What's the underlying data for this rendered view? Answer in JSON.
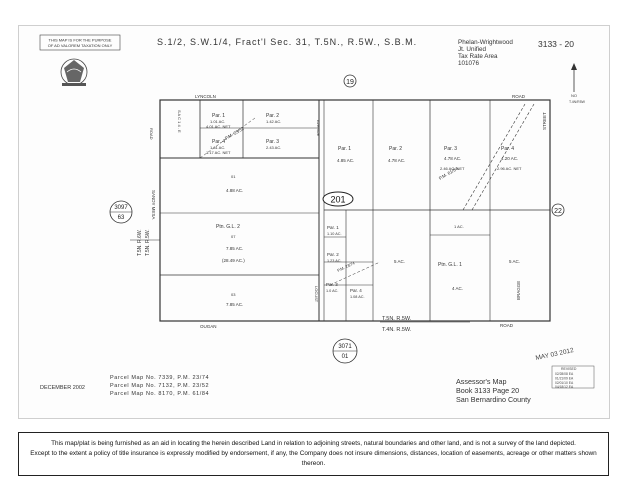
{
  "header": {
    "notice_line1": "THIS MAP IS FOR THE PURPOSE",
    "notice_line2": "OF AD VALOREM TAXATION ONLY",
    "title": "S.1/2, S.W.1/4, Fract'l Sec. 31, T.5N., R.5W., S.B.M.",
    "tax_area": [
      "Phelan-Wrightwood",
      "Jt. Unified",
      "Tax Rate Area",
      "101076"
    ],
    "page_ref": "3133 - 20",
    "north_label": "NO",
    "north_sub": "T.4N/R5W"
  },
  "adjacent": {
    "top": "19",
    "left_line1": "3097",
    "left_line2": "63",
    "right": "22",
    "bottom_line1": "3071",
    "bottom_line2": "01"
  },
  "center_page": "201",
  "streets": {
    "top": "LYNCOLN",
    "top_right": "ROAD",
    "right_street": "STREET",
    "left_vertical": "S A C 1 4 . E",
    "left_road": "ROAD",
    "avenue": "AVENUE",
    "rhs_street": "SANDY MESA",
    "bottom": "OUGAN",
    "bottom_right": "BRAGGE",
    "bottom_rd": "ROAD",
    "locust": "LOCUST"
  },
  "township": {
    "top_left": [
      "T.5N. R.6W.",
      "T.5N. R.5W."
    ],
    "bottom_mid": [
      "T.5N.  R.5W.",
      "T.4N.  R.5W."
    ]
  },
  "parcels": {
    "p_nw1": {
      "label": "Par. 1",
      "area": "1.01 AC.",
      "area2": "4.01 AC. NET"
    },
    "p_nw2": {
      "label": "Par. 2",
      "area": "1.42 AC."
    },
    "p_nw3": {
      "label": "Par. 3",
      "area": "2.43 AC."
    },
    "p_nw4": {
      "label": "Par. 4",
      "area": "1.61 AC.",
      "area2": "1.17 AC. NET"
    },
    "p_b1": {
      "num": "01",
      "area": "4.88 AC."
    },
    "p_glw": {
      "label": "Ptn. G.L. 2",
      "area": "7.85 AC.",
      "area2": "(28.49 AC.)",
      "num": "07"
    },
    "p_b3": {
      "num": "03",
      "area": "7.85 AC."
    },
    "p_mid1": {
      "label": "Par. 1",
      "area": "4.85 AC."
    },
    "p_mid2": {
      "label": "Par. 2",
      "area": "4.78 AC."
    },
    "p_mid3": {
      "label": "Par. 3",
      "area": "4.78 AC.",
      "area2": "2.46 AC. NET"
    },
    "p_mid4": {
      "label": "Par. 4",
      "area": "4.20 AC.",
      "area2": "2.96 AC. NET"
    },
    "p_s1": {
      "label": "Par. 1",
      "area": "1.10 AC."
    },
    "p_s2": {
      "label": "Par. 2",
      "area": "1.23 AC."
    },
    "p_s3": {
      "label": "Par. 3",
      "area": "1.0 AC."
    },
    "p_s4": {
      "label": "Par. 4",
      "area": "1.08 AC."
    },
    "p_c1": {
      "area": "5 AC."
    },
    "p_gle": {
      "label": "Ptn. G.L. 1",
      "area": "4 AC.",
      "small": "1 AC."
    },
    "p_e1": {
      "area": "5 AC."
    }
  },
  "map_refs": {
    "pm_top_left": "P.M. 23/52",
    "pm_mid": "P.M. 61/84",
    "pm_small": "P.M. 23/74"
  },
  "footer_notes": {
    "date": "DECEMBER 2002",
    "parcel_maps": [
      "Parcel Map No. 7339, P.M. 23/74",
      "Parcel Map No. 7132, P.M. 23/52",
      "Parcel Map No. 8170, P.M. 61/84"
    ],
    "stamp": "MAY 03 2012",
    "revised_title": "REVISED",
    "revised_lines": [
      "02/28/08 EA",
      "01/21/09 EA",
      "02/01/10 EA",
      "04/18/12 EA"
    ],
    "assessor": [
      "Assessor's Map",
      "Book 3133 Page 20",
      "San Bernardino County"
    ]
  },
  "disclaimer": {
    "line1": "This map/plat is being furnished as an aid in locating the herein described Land in relation to adjoining streets, natural boundaries and other land, and is not a survey of the land depicted.",
    "line2": "Except to the extent a policy of title insurance is expressly modified by endorsement, if any, the Company does not insure dimensions, distances, location of easements,  acreage or other matters shown thereon."
  },
  "colors": {
    "ink": "#2a2a2a",
    "paper": "#fdfdfd",
    "border": "#222222"
  }
}
